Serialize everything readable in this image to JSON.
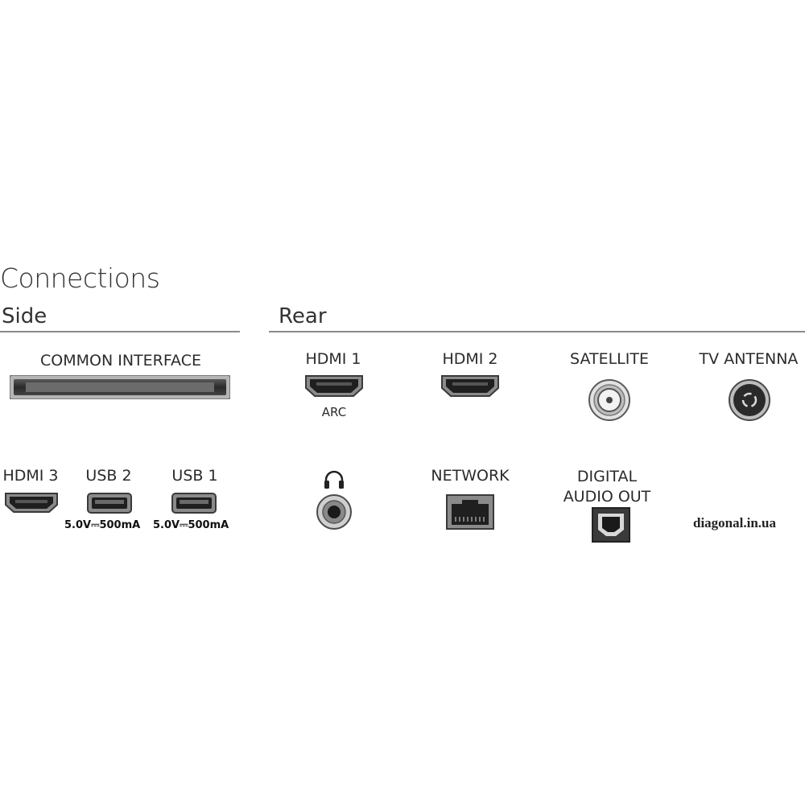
{
  "title": "Connections",
  "side": {
    "heading": "Side",
    "common_interface": "COMMON INTERFACE",
    "hdmi3": "HDMI 3",
    "usb2": "USB 2",
    "usb1": "USB 1",
    "usb2_spec": "5.0V⎓500mA",
    "usb1_spec": "5.0V⎓500mA"
  },
  "rear": {
    "heading": "Rear",
    "hdmi1": "HDMI 1",
    "hdmi1_sub": "ARC",
    "hdmi2": "HDMI 2",
    "satellite": "SATELLITE",
    "tv_antenna": "TV ANTENNA",
    "network": "NETWORK",
    "digital_audio_line1": "DIGITAL",
    "digital_audio_line2": "AUDIO OUT",
    "headphone_icon": "headphones-icon"
  },
  "watermark": "diagonal.in.ua",
  "colors": {
    "port_dark": "#2e2e2e",
    "port_mid": "#8c8c8c",
    "rule": "#8a8a8a"
  }
}
